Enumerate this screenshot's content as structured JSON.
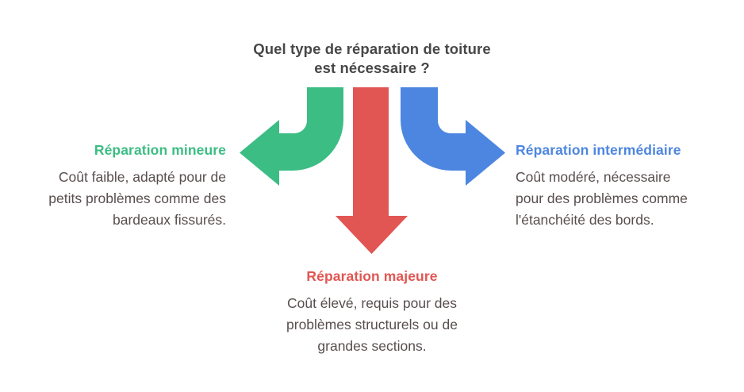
{
  "title": {
    "lines": [
      "Quel type de réparation de toiture",
      "est nécessaire ?"
    ]
  },
  "branches": [
    {
      "id": "mineure",
      "direction": "left",
      "color": "#3cbd83",
      "label": "Réparation mineure",
      "description": "Coût faible, adapté pour de petits problèmes comme des bardeaux fissurés.",
      "lines": [
        "Coût faible, adapté pour de",
        "petits problèmes comme des",
        "bardeaux fissurés."
      ]
    },
    {
      "id": "majeure",
      "direction": "down",
      "color": "#e15653",
      "label": "Réparation majeure",
      "description": "Coût élevé, requis pour des problèmes structurels ou de grandes sections.",
      "lines": [
        "Coût élevé, requis pour des",
        "problèmes structurels ou de",
        "grandes sections."
      ]
    },
    {
      "id": "intermediaire",
      "direction": "right",
      "color": "#4d86e1",
      "label": "Réparation intermédiaire",
      "description": "Coût modéré, nécessaire pour des problèmes comme l'étanchéité des bords.",
      "lines": [
        "Coût modéré, nécessaire",
        "pour des problèmes comme",
        "l'étanchéité des bords."
      ]
    }
  ],
  "colors": {
    "background": "#ffffff",
    "title_text": "#474747",
    "body_text": "#594e4e"
  }
}
